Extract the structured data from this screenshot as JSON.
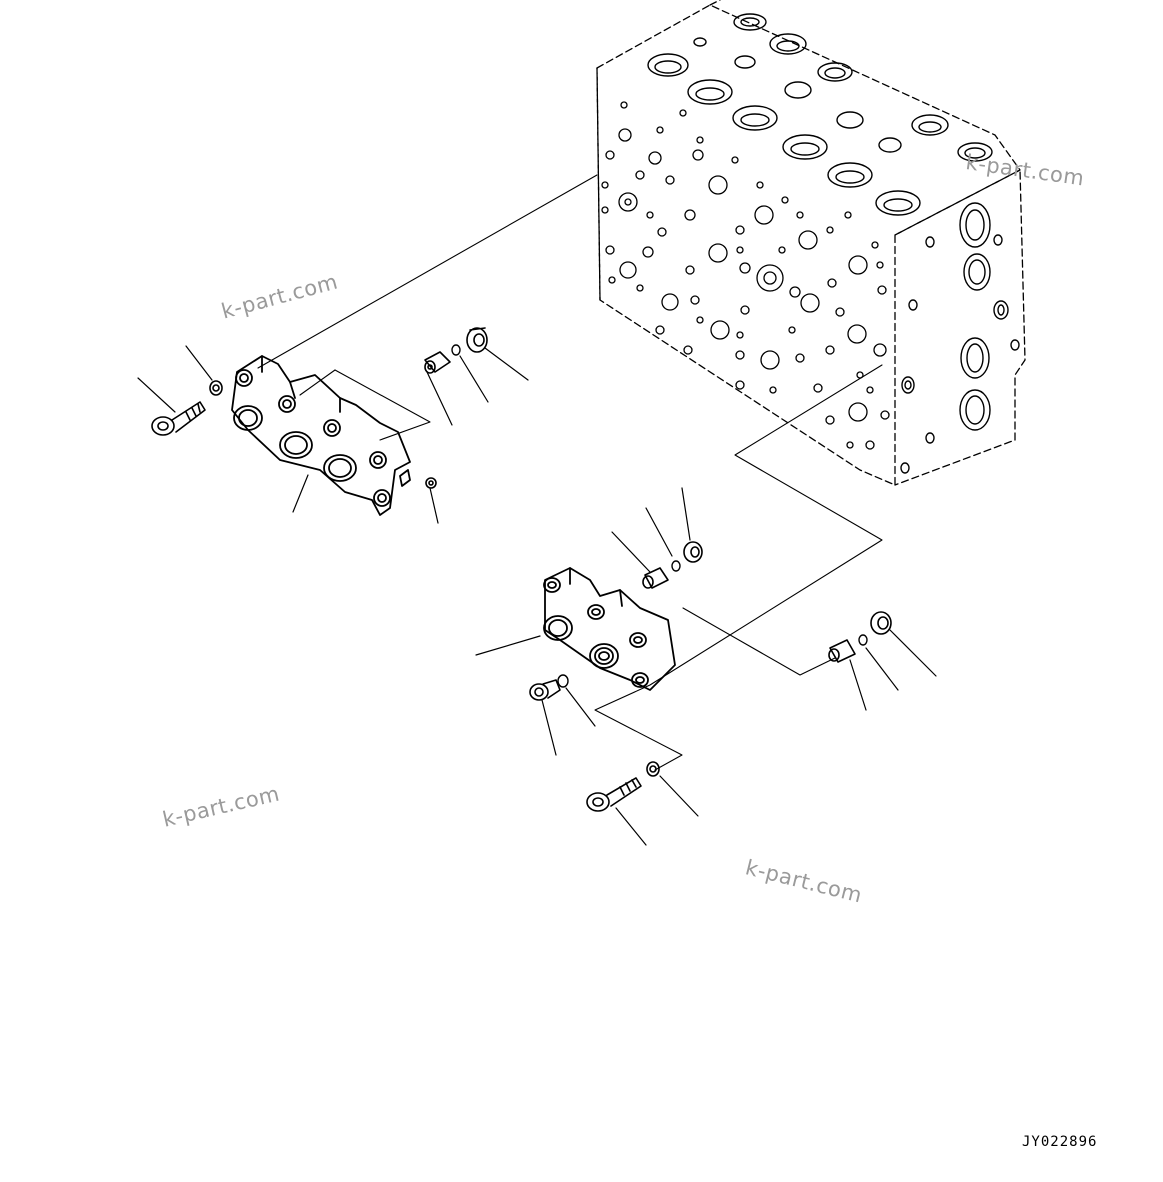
{
  "watermarks": [
    "k-part.com",
    "k-part.com",
    "k-part.com",
    "k-part.com"
  ],
  "drawing_code": "JY022896"
}
